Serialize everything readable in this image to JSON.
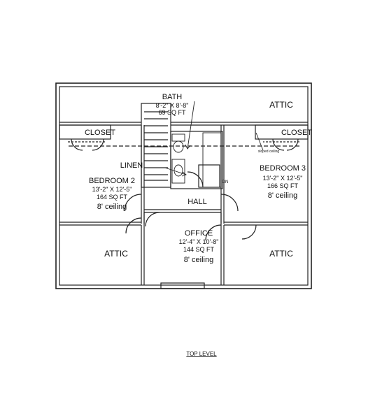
{
  "plan": {
    "rooms": [
      {
        "key": "attic_top",
        "lines": [
          "ATTIC"
        ]
      },
      {
        "key": "bath",
        "lines": [
          "BATH",
          "8'-2\" X 8'-8\"",
          "69 SQ FT"
        ]
      },
      {
        "key": "closet_left",
        "lines": [
          "CLOSET"
        ]
      },
      {
        "key": "closet_right",
        "lines": [
          "CLOSET"
        ]
      },
      {
        "key": "linen",
        "lines": [
          "LINEN"
        ]
      },
      {
        "key": "bedroom2",
        "lines": [
          "BEDROOM 2",
          "13'-2\" X 12'-5\"",
          "164 SQ FT",
          "8' ceiling"
        ]
      },
      {
        "key": "bedroom3",
        "lines": [
          "BEDROOM 3",
          "13'-2\" X 12'-5\"",
          "166 SQ FT",
          "8' ceiling"
        ]
      },
      {
        "key": "hall",
        "lines": [
          "HALL"
        ]
      },
      {
        "key": "office",
        "lines": [
          "OFFICE",
          "12'-4\" X 10'-8\"",
          "144 SQ FT",
          "8' ceiling"
        ]
      },
      {
        "key": "attic_left",
        "lines": [
          "ATTIC"
        ]
      },
      {
        "key": "attic_right",
        "lines": [
          "ATTIC"
        ]
      }
    ],
    "sloped_note": "sloped ceiling",
    "stair_note": "DN",
    "caption": "TOP LEVEL"
  }
}
